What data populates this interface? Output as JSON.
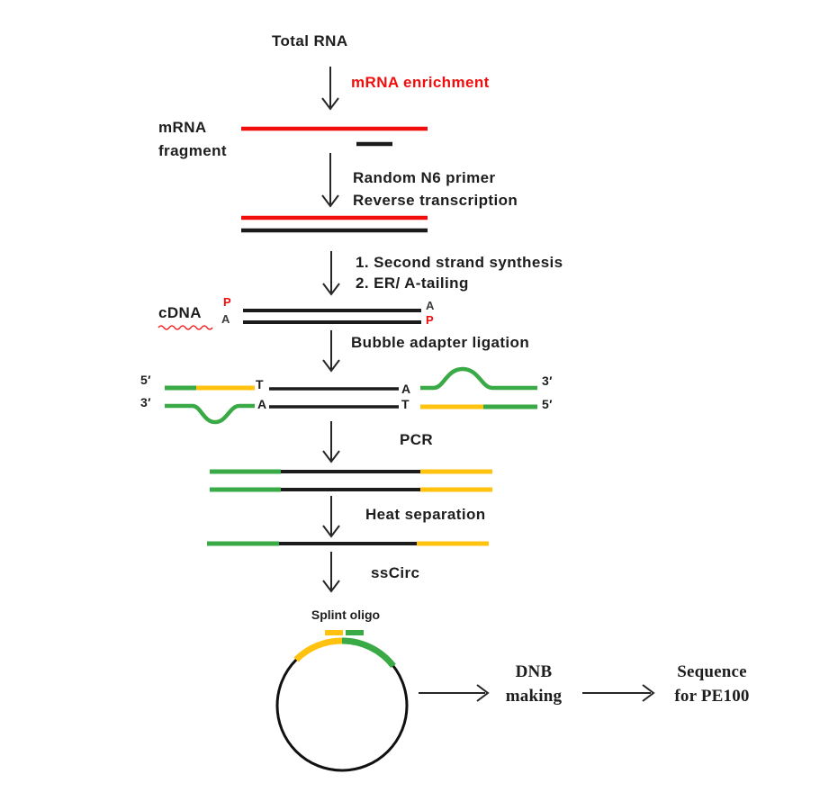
{
  "colors": {
    "red": "#f20d0d",
    "green": "#3aaa47",
    "yellow": "#ffc20e",
    "black": "#1b1b1b"
  },
  "flow": {
    "total_rna": "Total RNA",
    "mrna_enrichment": "mRNA enrichment",
    "mrna_fragment_l1": "mRNA",
    "mrna_fragment_l2": "fragment",
    "rt_l1": "Random N6 primer",
    "rt_l2": "Reverse transcription",
    "synth_l1": "1. Second strand synthesis",
    "synth_l2": "2. ER/ A-tailing",
    "cdna": "cDNA",
    "bubble_ligation": "Bubble adapter ligation",
    "pcr": "PCR",
    "heat_separation": "Heat separation",
    "sscirc": "ssCirc",
    "splint_oligo": "Splint oligo",
    "dnb_l1": "DNB",
    "dnb_l2": "making",
    "seq_l1": "Sequence",
    "seq_l2": "for PE100"
  },
  "bases": {
    "cdna_left_top": "P",
    "cdna_left_bottom": "A",
    "cdna_right_top": "A",
    "cdna_right_bottom": "P",
    "adapter_left_top_end": "T",
    "adapter_left_bottom_end": "A",
    "insert_right_top_end": "A",
    "insert_right_bottom_end": "T",
    "left_5": "5′",
    "left_3": "3′",
    "right_3": "3′",
    "right_5": "5′"
  }
}
